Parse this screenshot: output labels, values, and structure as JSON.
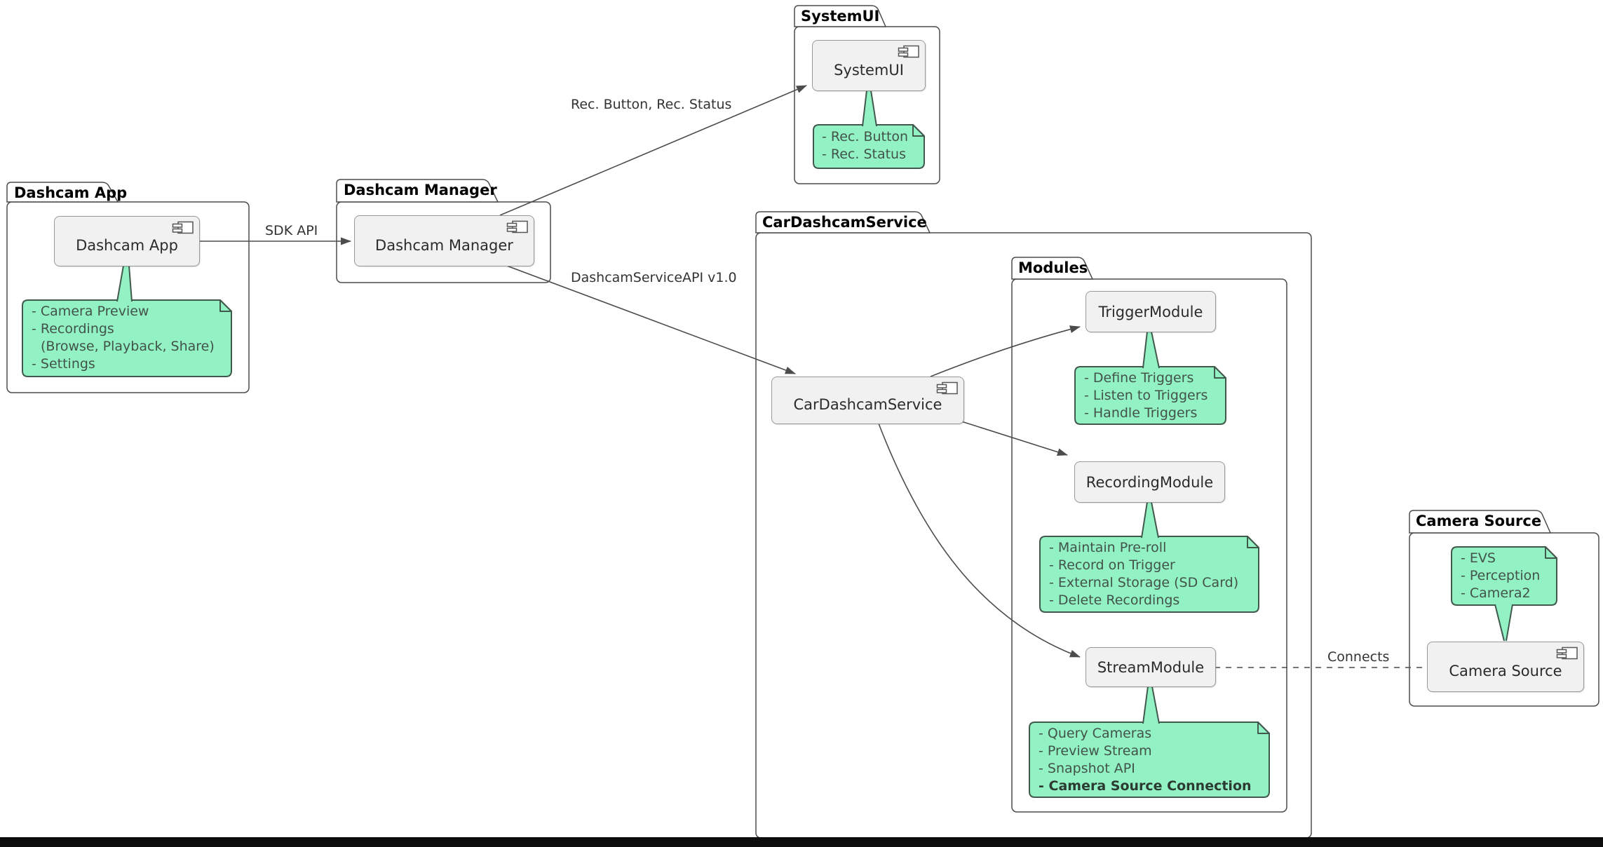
{
  "diagram_type": "UML component diagram",
  "colors": {
    "note_fill": "#92f2c4",
    "note_border": "#41594c",
    "line": "#4c4c4c",
    "component_fill": "#f1f1f1",
    "component_border": "#999999",
    "background": "#ffffff"
  },
  "packages": {
    "dashcam_app": {
      "title": "Dashcam App"
    },
    "dashcam_manager": {
      "title": "Dashcam Manager"
    },
    "systemui": {
      "title": "SystemUI"
    },
    "car_dashcam_service": {
      "title": "CarDashcamService"
    },
    "modules": {
      "title": "Modules"
    },
    "camera_source": {
      "title": "Camera Source"
    }
  },
  "components": {
    "dashcam_app": "Dashcam App",
    "dashcam_manager": "Dashcam Manager",
    "systemui": "SystemUI",
    "car_dashcam_service": "CarDashcamService",
    "trigger_module": "TriggerModule",
    "recording_module": "RecordingModule",
    "stream_module": "StreamModule",
    "camera_source": "Camera Source"
  },
  "notes": {
    "dashcam_app": {
      "lines": [
        {
          "text": "- Camera Preview"
        },
        {
          "text": "- Recordings"
        },
        {
          "text": "(Browse, Playback, Share)",
          "indent": true
        },
        {
          "text": "- Settings"
        }
      ]
    },
    "systemui": {
      "lines": [
        {
          "text": "- Rec. Button"
        },
        {
          "text": "- Rec. Status"
        }
      ]
    },
    "trigger_module": {
      "lines": [
        {
          "text": "- Define Triggers"
        },
        {
          "text": "- Listen to Triggers"
        },
        {
          "text": "- Handle Triggers"
        }
      ]
    },
    "recording_module": {
      "lines": [
        {
          "text": "- Maintain Pre-roll"
        },
        {
          "text": "- Record on Trigger"
        },
        {
          "text": "- External Storage (SD Card)"
        },
        {
          "text": "- Delete Recordings"
        }
      ]
    },
    "stream_module": {
      "lines": [
        {
          "text": "- Query Cameras"
        },
        {
          "text": "- Preview Stream"
        },
        {
          "text": "- Snapshot API"
        },
        {
          "text": "- Camera Source Connection",
          "bold": true
        }
      ]
    },
    "camera_source": {
      "lines": [
        {
          "text": "- EVS"
        },
        {
          "text": "- Perception"
        },
        {
          "text": "- Camera2"
        }
      ]
    }
  },
  "edge_labels": {
    "sdk_api": "SDK API",
    "rec_ui": "Rec. Button, Rec. Status",
    "service_api": "DashcamServiceAPI v1.0",
    "connects": "Connects"
  }
}
